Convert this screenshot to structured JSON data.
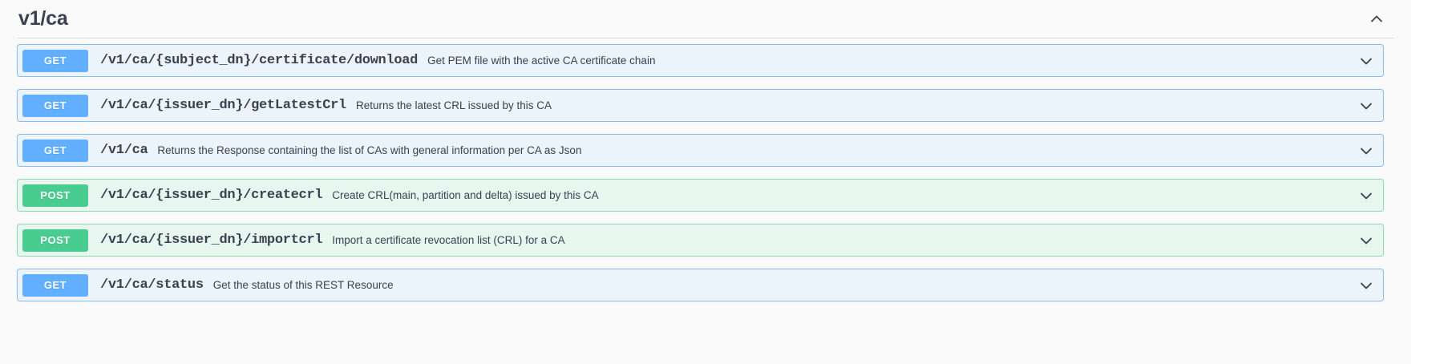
{
  "section": {
    "title": "v1/ca",
    "expanded": true,
    "toggle_icon": "chevron-up-icon"
  },
  "operations": [
    {
      "method": "GET",
      "path": "/v1/ca/{subject_dn}/certificate/download",
      "description": "Get PEM file with the active CA certificate chain",
      "toggle_icon": "chevron-down-icon"
    },
    {
      "method": "GET",
      "path": "/v1/ca/{issuer_dn}/getLatestCrl",
      "description": "Returns the latest CRL issued by this CA",
      "toggle_icon": "chevron-down-icon"
    },
    {
      "method": "GET",
      "path": "/v1/ca",
      "description": "Returns the Response containing the list of CAs with general information per CA as Json",
      "toggle_icon": "chevron-down-icon"
    },
    {
      "method": "POST",
      "path": "/v1/ca/{issuer_dn}/createcrl",
      "description": "Create CRL(main, partition and delta) issued by this CA",
      "toggle_icon": "chevron-down-icon"
    },
    {
      "method": "POST",
      "path": "/v1/ca/{issuer_dn}/importcrl",
      "description": "Import a certificate revocation list (CRL) for a CA",
      "toggle_icon": "chevron-down-icon"
    },
    {
      "method": "GET",
      "path": "/v1/ca/status",
      "description": "Get the status of this REST Resource",
      "toggle_icon": "chevron-down-icon"
    }
  ],
  "colors": {
    "get_badge": "#61affe",
    "post_badge": "#49cc90",
    "get_row_bg": "#ebf3fb",
    "get_row_border": "#8fbce5",
    "post_row_bg": "#e8f6f0",
    "post_row_border": "#8fd9b8",
    "text": "#3b4151",
    "page_bg": "#fafafa"
  }
}
